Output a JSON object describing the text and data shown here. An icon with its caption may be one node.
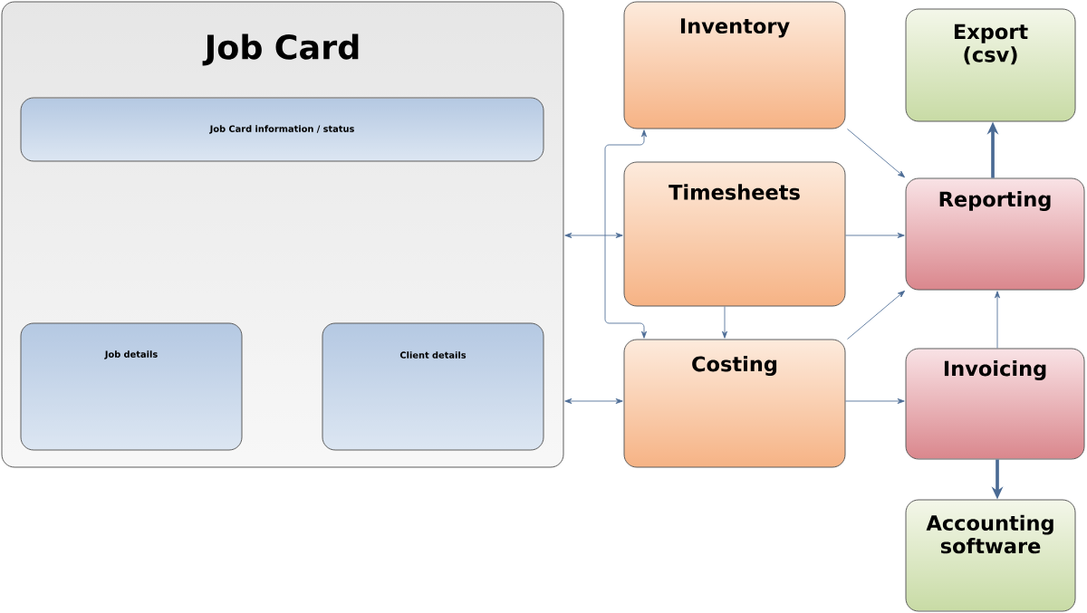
{
  "diagram": {
    "nodes": [
      {
        "text": [
          "Job Card"
        ]
      },
      {
        "text": [
          "Job Card information / status"
        ],
        "in": 0
      },
      {
        "text": [
          "Job details"
        ],
        "in": 0
      },
      {
        "text": [
          "Client details"
        ],
        "in": 0
      },
      {
        "text": [
          "Inventory"
        ]
      },
      {
        "text": [
          "Timesheets"
        ]
      },
      {
        "text": [
          "Costing"
        ]
      },
      {
        "text": [
          "Export (csv)"
        ]
      },
      {
        "text": [
          "Reporting"
        ]
      },
      {
        "text": [
          "Invoicing"
        ]
      },
      {
        "text": [
          "Accounting software"
        ]
      }
    ],
    "edges": [
      {
        "from": 0,
        "to": 5,
        "arrow": "both"
      },
      {
        "from": 0,
        "to": 6,
        "arrow": "both"
      },
      {
        "from": 4,
        "to": 6,
        "arrow": "both"
      },
      {
        "from": 5,
        "to": 6,
        "arrow": "to"
      },
      {
        "from": 4,
        "to": 8,
        "arrow": "to"
      },
      {
        "from": 5,
        "to": 8,
        "arrow": "to"
      },
      {
        "from": 6,
        "to": 8,
        "arrow": "to"
      },
      {
        "from": 6,
        "to": 9,
        "arrow": "to"
      },
      {
        "from": 9,
        "to": 8,
        "arrow": "to"
      },
      {
        "from": 8,
        "to": 7,
        "arrow": "to",
        "style": "thick"
      },
      {
        "from": 9,
        "to": 10,
        "arrow": "to",
        "style": "thick"
      }
    ]
  }
}
